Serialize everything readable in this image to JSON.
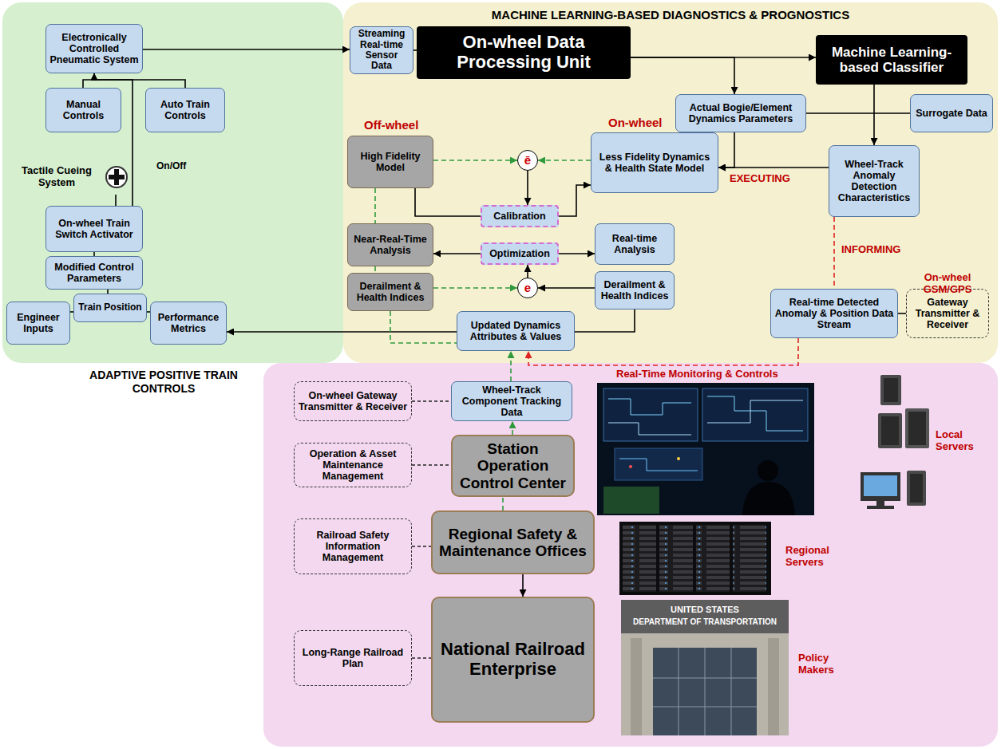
{
  "diagram": {
    "nodes": [
      {
        "text": [
          "ADAPTIVE POSITIVE TRAIN CONTROLS"
        ]
      },
      {
        "text": [
          "MACHINE LEARNING-BASED DIAGNOSTICS & PROGNOSTICS"
        ]
      },
      {
        "text": [
          "Electronically Controlled Pneumatic System"
        ],
        "in": 0
      },
      {
        "text": [
          "Manual Controls"
        ],
        "in": 0
      },
      {
        "text": [
          "Auto Train Controls"
        ],
        "in": 0
      },
      {
        "text": [
          "Tactile Cueing System"
        ],
        "in": 0
      },
      {
        "text": [
          "On-wheel Train Switch Activator"
        ],
        "in": 0
      },
      {
        "text": [
          "Modified Control Parameters"
        ],
        "in": 0
      },
      {
        "text": [
          "Train Position"
        ],
        "in": 0
      },
      {
        "text": [
          "Engineer Inputs"
        ],
        "in": 0
      },
      {
        "text": [
          "Performance Metrics"
        ],
        "in": 0
      },
      {
        "text": [
          "Streaming Real-time Sensor Data"
        ],
        "in": 1
      },
      {
        "text": [
          "On-wheel Data Processing Unit"
        ],
        "in": 1
      },
      {
        "text": [
          "Machine Learning-based Classifier"
        ],
        "in": 1
      },
      {
        "text": [
          "Actual Bogie/Element Dynamics Parameters"
        ],
        "in": 1
      },
      {
        "text": [
          "Surrogate Data"
        ],
        "in": 1
      },
      {
        "text": [
          "Wheel-Track Anomaly Detection Characteristics"
        ],
        "in": 1
      },
      {
        "text": [
          "High Fidelity Model"
        ],
        "in": 1
      },
      {
        "text": [
          "Less Fidelity Dynamics & Health State Model"
        ],
        "in": 1
      },
      {
        "text": [
          "ē"
        ],
        "in": 1
      },
      {
        "text": [
          "Calibration"
        ],
        "in": 1
      },
      {
        "text": [
          "Near-Real-Time Analysis"
        ],
        "in": 1
      },
      {
        "text": [
          "Optimization"
        ],
        "in": 1
      },
      {
        "text": [
          "Real-time Analysis"
        ],
        "in": 1
      },
      {
        "text": [
          "e"
        ],
        "in": 1
      },
      {
        "text": [
          "Derailment & Health Indices"
        ],
        "in": 1
      },
      {
        "text": [
          "Derailment & Health Indices"
        ],
        "in": 1
      },
      {
        "text": [
          "Updated Dynamics Attributes & Values"
        ],
        "in": 1
      },
      {
        "text": [
          "Real-time Detected Anomaly & Position Data Stream"
        ],
        "in": 1
      },
      {
        "text": [
          "On-wheel GSM/GPS",
          "Gateway Transmitter & Receiver"
        ],
        "in": 1
      },
      {
        "text": [
          "On-wheel Gateway Transmitter & Receiver"
        ]
      },
      {
        "text": [
          "Wheel-Track Component Tracking Data"
        ]
      },
      {
        "text": [
          "Operation & Asset Maintenance Management"
        ]
      },
      {
        "text": [
          "Station Operation Control Center"
        ]
      },
      {
        "text": [
          "Railroad Safety Information Management"
        ]
      },
      {
        "text": [
          "Regional Safety & Maintenance Offices"
        ]
      },
      {
        "text": [
          "Long-Range Railroad Plan"
        ]
      },
      {
        "text": [
          "National Railroad Enterprise"
        ]
      }
    ],
    "edges": [
      {
        "from": 3,
        "to": 2,
        "arrow": "to"
      },
      {
        "from": 4,
        "to": 2,
        "arrow": "to"
      },
      {
        "from": 6,
        "to": 2,
        "arrow": "to"
      },
      {
        "from": 5,
        "to": 6,
        "arrow": "none"
      },
      {
        "from": 6,
        "to": 7,
        "arrow": "none"
      },
      {
        "from": 7,
        "to": 8,
        "arrow": "none"
      },
      {
        "from": 9,
        "to": 8,
        "arrow": "none"
      },
      {
        "from": 8,
        "to": 10,
        "arrow": "none"
      },
      {
        "from": 27,
        "to": 10,
        "arrow": "to"
      },
      {
        "from": 2,
        "to": 11,
        "arrow": "to"
      },
      {
        "from": 11,
        "to": 12,
        "arrow": "none"
      },
      {
        "from": 12,
        "to": 13,
        "arrow": "to"
      },
      {
        "from": 12,
        "to": 14,
        "arrow": "to"
      },
      {
        "from": 14,
        "to": 18,
        "arrow": "to"
      },
      {
        "from": 16,
        "to": 18,
        "arrow": "to",
        "label": "EXECUTING"
      },
      {
        "from": 13,
        "to": 16,
        "arrow": "to"
      },
      {
        "from": 14,
        "to": 15,
        "arrow": "none"
      },
      {
        "from": 16,
        "to": 28,
        "arrow": "none",
        "label": "INFORMING"
      },
      {
        "from": 28,
        "to": 29,
        "arrow": "none"
      },
      {
        "from": 28,
        "to": 27,
        "arrow": "to"
      },
      {
        "from": 31,
        "to": 27,
        "arrow": "to"
      },
      {
        "from": 17,
        "to": 19,
        "arrow": "to"
      },
      {
        "from": 18,
        "to": 19,
        "arrow": "to"
      },
      {
        "from": 19,
        "to": 20,
        "arrow": "to"
      },
      {
        "from": 20,
        "to": 18,
        "arrow": "to"
      },
      {
        "from": 20,
        "to": 17,
        "arrow": "none"
      },
      {
        "from": 22,
        "to": 21,
        "arrow": "to"
      },
      {
        "from": 22,
        "to": 23,
        "arrow": "to"
      },
      {
        "from": 24,
        "to": 22,
        "arrow": "to"
      },
      {
        "from": 25,
        "to": 24,
        "arrow": "to"
      },
      {
        "from": 26,
        "to": 24,
        "arrow": "to"
      },
      {
        "from": 17,
        "to": 21,
        "arrow": "none"
      },
      {
        "from": 21,
        "to": 25,
        "arrow": "none"
      },
      {
        "from": 25,
        "to": 27,
        "arrow": "none"
      },
      {
        "from": 26,
        "to": 27,
        "arrow": "none"
      },
      {
        "from": 30,
        "to": 31,
        "arrow": "none"
      },
      {
        "from": 32,
        "to": 33,
        "arrow": "none"
      },
      {
        "from": 34,
        "to": 35,
        "arrow": "none"
      },
      {
        "from": 36,
        "to": 37,
        "arrow": "none"
      },
      {
        "from": 33,
        "to": 31,
        "arrow": "to"
      },
      {
        "from": 35,
        "to": 33,
        "arrow": "none"
      },
      {
        "from": 35,
        "to": 37,
        "arrow": "to"
      }
    ],
    "labels": [
      "On/Off",
      "Off-wheel",
      "On-wheel",
      "Real-Time Monitoring & Controls",
      "Local Servers",
      "Regional Servers",
      "UNITED STATES",
      "DEPARTMENT OF TRANSPORTATION",
      "Policy Makers"
    ]
  }
}
